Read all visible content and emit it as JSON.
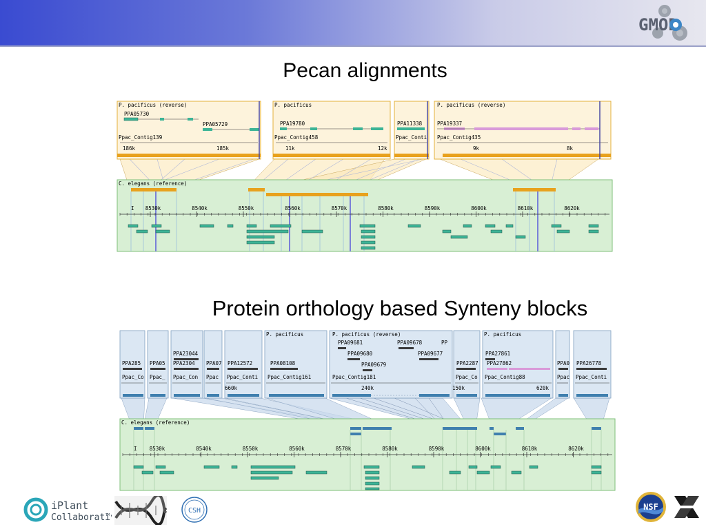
{
  "header": {
    "logo_text": "GMOD"
  },
  "slide": {
    "title_top": "Pecan alignments",
    "title_bottom": "Protein orthology based Synteny blocks"
  },
  "top_view": {
    "query_panels": [
      {
        "species": "P. pacificus (reverse)",
        "genes": [
          "PPA05730",
          "PPA05729"
        ],
        "contig": "Ppac_Contig139",
        "ticks": [
          "186k",
          "185k"
        ]
      },
      {
        "species": "P. pacificus",
        "genes": [
          "PPA19780"
        ],
        "contig": "Ppac_Contig458",
        "ticks": [
          "11k",
          "12k"
        ]
      },
      {
        "species": "",
        "genes": [
          "PPA11338"
        ],
        "contig": "Ppac_Conti",
        "ticks": []
      },
      {
        "species": "P. pacificus (reverse)",
        "genes": [
          "PPA19337"
        ],
        "contig": "Ppac_Contig435",
        "ticks": [
          "9k",
          "8k"
        ]
      }
    ],
    "reference": {
      "label": "C. elegans (reference)",
      "marker": "I",
      "ticks": [
        "8530k",
        "8540k",
        "8550k",
        "8560k",
        "8570k",
        "8580k",
        "8590k",
        "8600k",
        "8610k",
        "8620k"
      ]
    }
  },
  "bottom_view": {
    "query_panels": [
      {
        "species": "",
        "genes": [
          "PPA285"
        ],
        "contig": "Ppac_Co",
        "ticks": []
      },
      {
        "species": "",
        "genes": [
          "PPA05"
        ],
        "contig": "Ppac_",
        "ticks": []
      },
      {
        "species": "",
        "genes": [
          "PPA23044",
          "PPA2304"
        ],
        "contig": "Ppac_Con",
        "ticks": []
      },
      {
        "species": "",
        "genes": [
          "PPA07"
        ],
        "contig": "Ppac",
        "ticks": []
      },
      {
        "species": "",
        "genes": [
          "PPA12572"
        ],
        "contig": "Ppac_Conti",
        "ticks": [
          "660k"
        ]
      },
      {
        "species": "P. pacificus",
        "genes": [
          "PPA08108"
        ],
        "contig": "Ppac_Contig161",
        "ticks": []
      },
      {
        "species": "P. pacificus (reverse)",
        "genes": [
          "PPA09681",
          "PPA09680",
          "PPA09679",
          "PPA09678",
          "PPA09677",
          "PP"
        ],
        "contig": "Ppac_Contig181",
        "ticks": [
          "240k"
        ]
      },
      {
        "species": "",
        "genes": [
          "PPA2287"
        ],
        "contig": "Ppac_Co",
        "ticks": [
          "150k"
        ]
      },
      {
        "species": "P. pacificus",
        "genes": [
          "PPA27861",
          "PPA27862"
        ],
        "contig": "Ppac_Contig88",
        "ticks": [
          "620k"
        ]
      },
      {
        "species": "",
        "genes": [
          "PPA0"
        ],
        "contig": "Ppac",
        "ticks": []
      },
      {
        "species": "",
        "genes": [
          "PPA26778"
        ],
        "contig": "Ppac_Conti",
        "ticks": []
      }
    ],
    "reference": {
      "label": "C. elegans (reference)",
      "marker": "I",
      "ticks": [
        "8530k",
        "8540k",
        "8550k",
        "8560k",
        "8570k",
        "8580k",
        "8590k",
        "8600k",
        "8610k",
        "8620k"
      ]
    }
  },
  "footer": {
    "iplant_line1": "iPlant",
    "iplant_line2": "Collaborative",
    "iplant_tm": "TM",
    "csh_text": "CSH",
    "nsf_text": "NSF"
  },
  "colors": {
    "query_fill": "#fdf3dc",
    "query_border": "#e3b23c",
    "highlight_bar": "#e8a11d",
    "reference_fill": "#d8efd4",
    "reference_border": "#7fbf7a",
    "bottom_query_fill": "#dbe7f3",
    "bottom_query_border": "#7e9fbf",
    "bottom_bar": "#3f7fae",
    "gene_teal": "#3cb496",
    "gene_pink": "#d99ad9",
    "link_blue": "#8ab0dd"
  }
}
